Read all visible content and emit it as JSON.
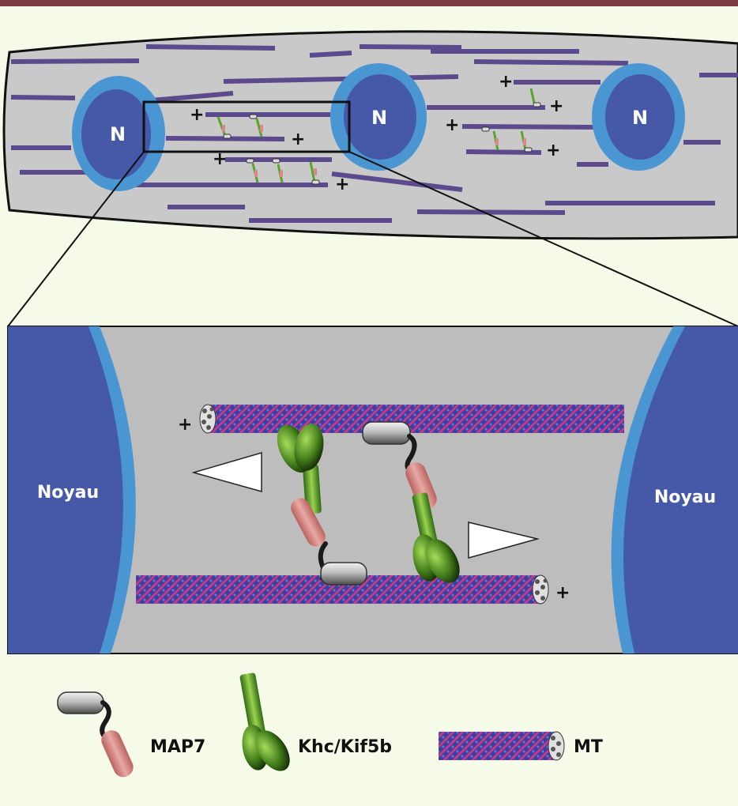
{
  "overview": {
    "nucleus_label": "N",
    "plus_sign": "+"
  },
  "zoom": {
    "left_nucleus_label": "Noyau",
    "right_nucleus_label": "Noyau",
    "plus_sign_top": "+",
    "plus_sign_bottom": "+"
  },
  "legend": {
    "map7_label": "MAP7",
    "kinesin_label": "Khc/Kif5b",
    "mt_label": "MT"
  },
  "colors": {
    "frame_bar": "#7a3b44",
    "cell_fill": "#c9c9c9",
    "nucleus_outer": "#4a96d2",
    "nucleus_inner": "#4559a8",
    "microtubule": "#5b4a8c",
    "map7_head": "#d98a86",
    "kinesin": "#5a9a2a",
    "background": "#f6fbe9"
  }
}
